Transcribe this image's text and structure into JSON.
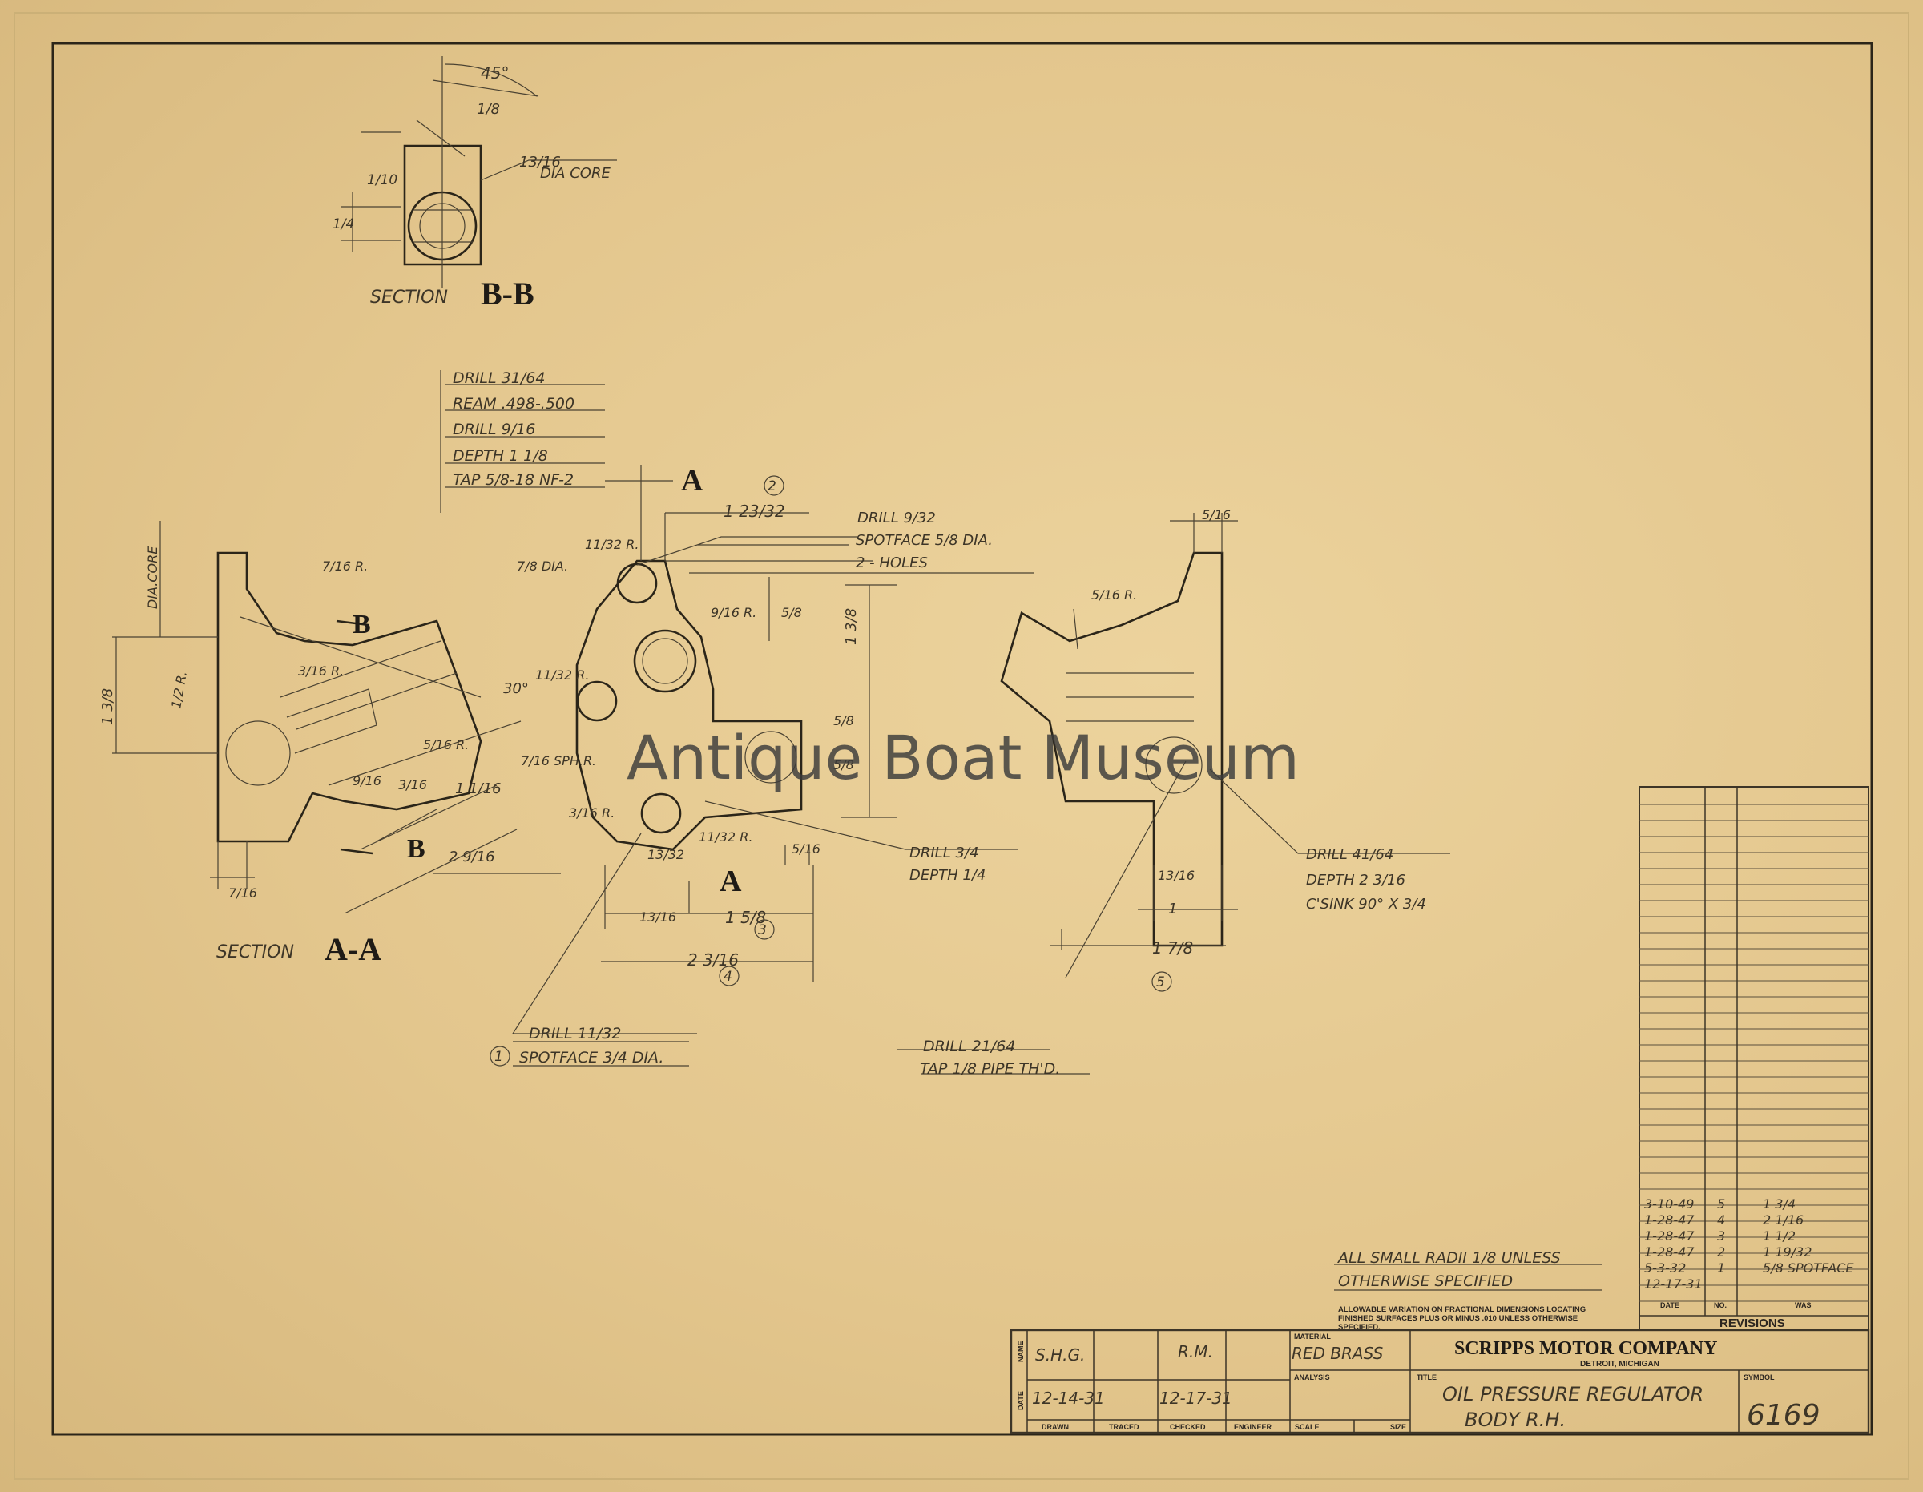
{
  "watermark": "Antique Boat Museum",
  "section_b": {
    "angle": "45°",
    "dim_1_8": "1/8",
    "dim_13_16": "13/16",
    "dia_core": "DIA CORE",
    "dim_1_10": "1/10",
    "dim_1_4": "1/4",
    "title_word": "SECTION",
    "title_letters": "B-B"
  },
  "drill_notes": [
    "DRILL 31/64",
    "REAM .498-.500",
    "DRILL 9/16",
    "DEPTH 1 1/8",
    "TAP 5/8-18 NF-2"
  ],
  "section_a": {
    "dia_core": "DIA.CORE",
    "dim_1_3_8": "1 3/8",
    "radius_half": "1/2 R.",
    "radius_7_16": "7/16 R.",
    "radius_3_16": "3/16 R.",
    "cut_b": "B",
    "dia_7_8": "7/8 DIA.",
    "angle_30": "30°",
    "radius_5_16": "5/16 R.",
    "sph_r": "7/16 SPH.R.",
    "dim_9_16": "9/16",
    "dim_3_16": "3/16",
    "dim_1_1_16": "1 1/16",
    "dim_2_9_16": "2 9/16",
    "dim_7_16": "7/16",
    "title_word": "SECTION",
    "title_letters": "A-A"
  },
  "front": {
    "cut_a": "A",
    "callout_2": "2",
    "dim_1_23_32": "1 23/32",
    "radius_11_32": "11/32 R.",
    "drill_9_32": "DRILL 9/32",
    "spotface_5_8": "SPOTFACE 5/8 DIA.",
    "two_holes": "2 - HOLES",
    "radius_9_16": "9/16 R.",
    "dim_5_8": "5/8",
    "dim_1_3_8": "1 3/8",
    "radius_3_16": "3/16 R.",
    "dim_13_32": "13/32",
    "dim_5_16": "5/16",
    "drill_3_4": "DRILL 3/4",
    "depth_1_4": "DEPTH 1/4",
    "dim_13_16": "13/16",
    "dim_1_5_8": "1 5/8",
    "callout_3": "3",
    "dim_2_3_16": "2 3/16",
    "callout_4": "4"
  },
  "side": {
    "dim_5_16": "5/16",
    "radius_5_16": "5/16 R.",
    "drill_41_64": "DRILL 41/64",
    "depth_2_3_16": "DEPTH 2 3/16",
    "csink": "C'SINK 90° X 3/4",
    "dim_13_16": "13/16",
    "dim_1": "1",
    "dim_1_7_8": "1 7/8",
    "callout_5": "5"
  },
  "notes": {
    "callout_1": "1",
    "drill_11_32": "DRILL 11/32",
    "spotface_3_4": "SPOTFACE 3/4 DIA.",
    "drill_21_64": "DRILL 21/64",
    "tap_pipe": "TAP 1/8 PIPE TH'D.",
    "small_radii": "ALL SMALL RADII 1/8 UNLESS",
    "otherwise": "OTHERWISE SPECIFIED",
    "tolerance": [
      "ALLOWABLE VARIATION ON FRACTIONAL DIMENSIONS LOCATING",
      "FINISHED SURFACES PLUS OR MINUS .010 UNLESS OTHERWISE",
      "SPECIFIED."
    ]
  },
  "revisions": {
    "title": "REVISIONS",
    "col_date": "DATE",
    "col_no": "NO.",
    "col_was": "WAS",
    "rows": [
      {
        "date": "3-10-49",
        "no": "5",
        "was": "1 3/4"
      },
      {
        "date": "1-28-47",
        "no": "4",
        "was": "2 1/16"
      },
      {
        "date": "1-28-47",
        "no": "3",
        "was": "1 1/2"
      },
      {
        "date": "1-28-47",
        "no": "2",
        "was": "1 19/32"
      },
      {
        "date": "5-3-32",
        "no": "1",
        "was": "5/8 SPOTFACE"
      },
      {
        "date": "12-17-31",
        "no": "",
        "was": ""
      }
    ]
  },
  "title_block": {
    "name_label": "NAME",
    "date_label": "DATE",
    "drawn_name": "S.H.G.",
    "checked_name": "R.M.",
    "drawn_date": "12-14-31",
    "checked_date": "12-17-31",
    "col_drawn": "DRAWN",
    "col_traced": "TRACED",
    "col_checked": "CHECKED",
    "col_engineer": "ENGINEER",
    "col_scale": "SCALE",
    "col_size": "SIZE",
    "material_label": "MATERIAL",
    "material_value": "RED BRASS",
    "analysis_label": "ANALYSIS",
    "company": "SCRIPPS MOTOR COMPANY",
    "city": "DETROIT, MICHIGAN",
    "title_label": "TITLE",
    "title_line1": "OIL PRESSURE REGULATOR",
    "title_line2": "BODY R.H.",
    "symbol_label": "SYMBOL",
    "symbol_value": "6169"
  }
}
